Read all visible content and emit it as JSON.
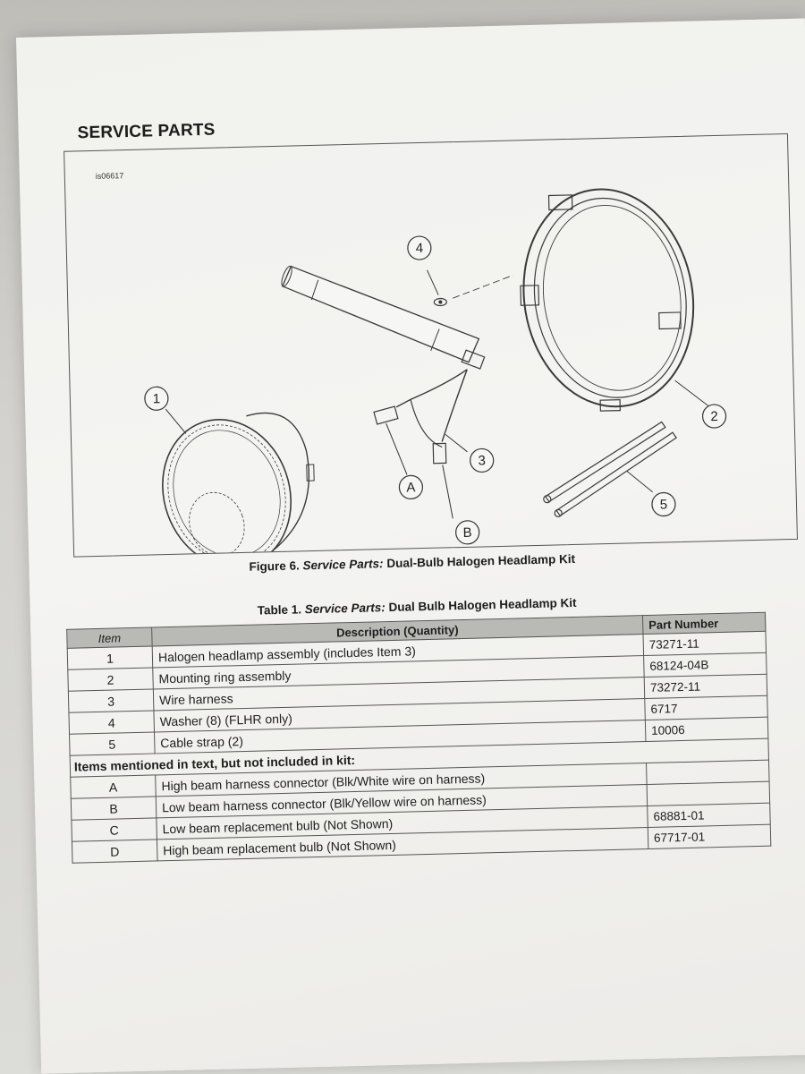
{
  "heading": "SERVICE PARTS",
  "figure": {
    "code": "is06617",
    "callouts": [
      "1",
      "2",
      "3",
      "4",
      "5",
      "A",
      "B"
    ],
    "caption_prefix": "Figure 6.",
    "caption_italic": "Service Parts:",
    "caption_rest": "Dual-Bulb Halogen Headlamp Kit"
  },
  "table": {
    "title_prefix": "Table 1.",
    "title_italic": "Service Parts:",
    "title_rest": "Dual Bulb Halogen Headlamp Kit",
    "headers": {
      "item": "Item",
      "description": "Description (Quantity)",
      "part_number": "Part Number"
    },
    "rows": [
      {
        "item": "1",
        "description": "Halogen headlamp assembly (includes Item 3)",
        "part_number": "73271-11"
      },
      {
        "item": "2",
        "description": "Mounting ring assembly",
        "part_number": "68124-04B"
      },
      {
        "item": "3",
        "description": "Wire harness",
        "part_number": "73272-11"
      },
      {
        "item": "4",
        "description": "Washer (8) (FLHR only)",
        "part_number": "6717"
      },
      {
        "item": "5",
        "description": "Cable strap (2)",
        "part_number": "10006"
      }
    ],
    "section_label": "Items mentioned in text, but not included in kit:",
    "extra_rows": [
      {
        "item": "A",
        "description": "High beam harness connector (Blk/White wire on harness)",
        "part_number": ""
      },
      {
        "item": "B",
        "description": "Low beam harness connector (Blk/Yellow wire on harness)",
        "part_number": ""
      },
      {
        "item": "C",
        "description": "Low beam replacement bulb (Not Shown)",
        "part_number": "68881-01"
      },
      {
        "item": "D",
        "description": "High beam replacement bulb (Not Shown)",
        "part_number": "67717-01"
      }
    ]
  }
}
